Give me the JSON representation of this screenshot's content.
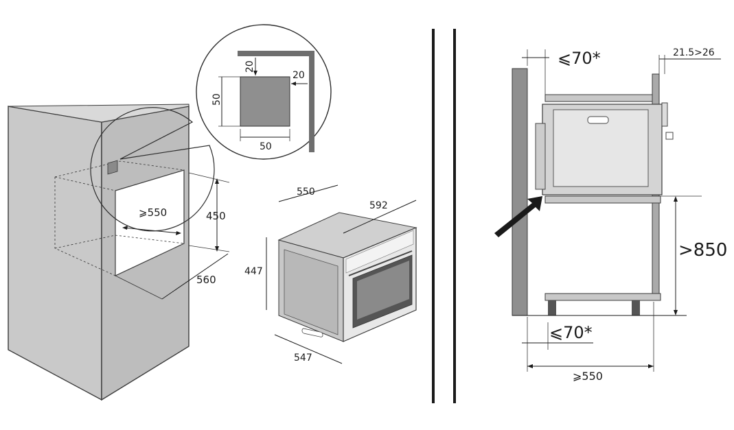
{
  "colors": {
    "panel_fill": "#c8c8c8",
    "panel_dark": "#9a9a9a",
    "wall_fill": "#8f8f8f",
    "line": "#1a1a1a",
    "oven_body": "#d4d4d4",
    "oven_door": "#e6e6e6"
  },
  "icons": {
    "arrow": "arrow-icon",
    "vent": "vent-square-icon"
  },
  "cabinet_view": {
    "opening_depth": "⩾550",
    "opening_height": "450",
    "cabinet_depth": "560"
  },
  "vent_detail": {
    "vent_size_h": "50",
    "vent_size_w": "50",
    "top_gap": "20",
    "side_gap": "20"
  },
  "oven_view": {
    "depth": "550",
    "width": "592",
    "height": "447",
    "body_depth": "547"
  },
  "side_view": {
    "top_gap": "⩽70*",
    "bottom_gap": "⩽70*",
    "panel_thickness": "21.5>26",
    "install_height": ">850",
    "cabinet_depth": "⩾550"
  }
}
